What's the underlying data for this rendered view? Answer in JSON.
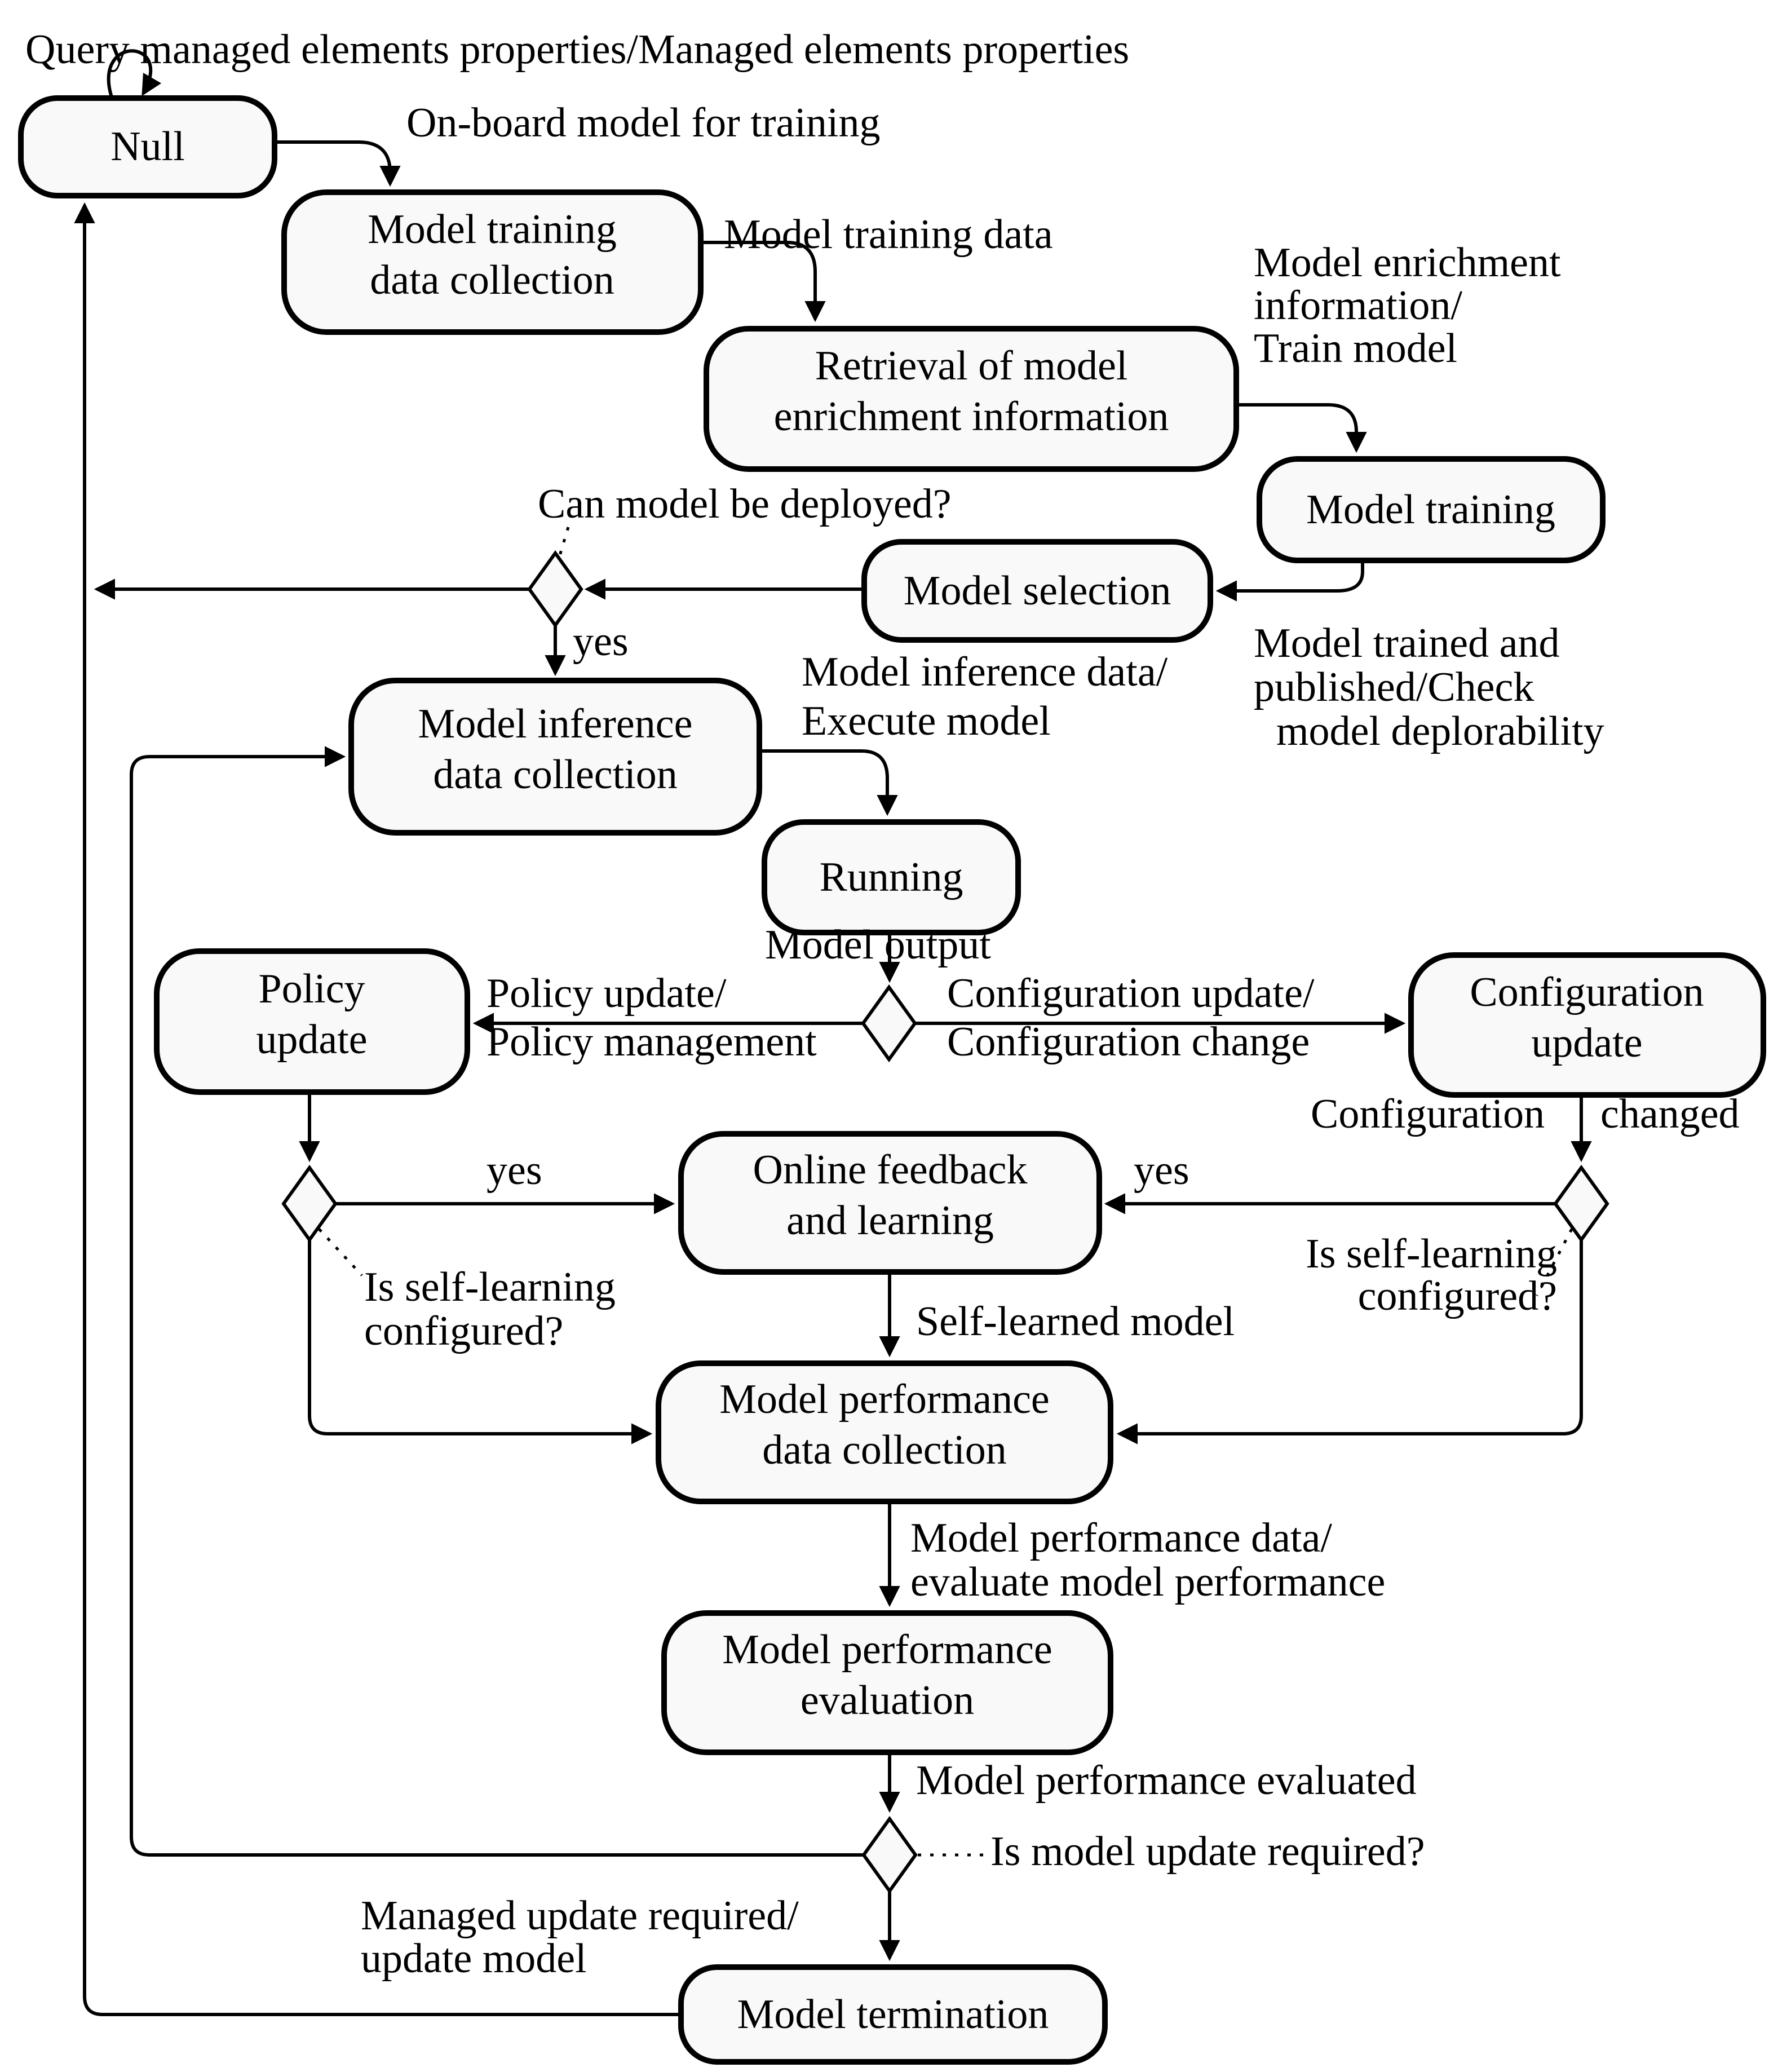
{
  "colors": {
    "ink": "#000000",
    "state_fill": "#f9f9f9",
    "background": "#ffffff"
  },
  "title": "Query managed elements properties/Managed elements properties",
  "states": {
    "null": {
      "label": "Null"
    },
    "model_training_data_collection": {
      "line1": "Model training",
      "line2": "data collection"
    },
    "retrieval_of_model_enrichment_information": {
      "line1": "Retrieval of model",
      "line2": "enrichment information"
    },
    "model_training": {
      "label": "Model training"
    },
    "model_selection": {
      "label": "Model selection"
    },
    "model_inference_data_collection": {
      "line1": "Model inference",
      "line2": "data collection"
    },
    "running": {
      "label": "Running"
    },
    "policy_update": {
      "line1": "Policy",
      "line2": "update"
    },
    "configuration_update": {
      "line1": "Configuration",
      "line2": "update"
    },
    "online_feedback_and_learning": {
      "line1": "Online feedback",
      "line2": "and learning"
    },
    "model_performance_data_collection": {
      "line1": "Model performance",
      "line2": "data collection"
    },
    "model_performance_evaluation": {
      "line1": "Model performance",
      "line2": "evaluation"
    },
    "model_termination": {
      "label": "Model termination"
    }
  },
  "transitions": {
    "onboard": "On-board model for training",
    "model_training_data": "Model training data",
    "model_enrichment": {
      "line1": "Model enrichment",
      "line2": "information/",
      "line3": "Train model"
    },
    "model_trained": {
      "line1": "Model trained and",
      "line2": "published/Check",
      "line3": "model deplorability"
    },
    "can_model_be_deployed": "Can model be deployed?",
    "yes_deploy": "yes",
    "model_inference": {
      "line1": "Model inference data/",
      "line2": "Execute model"
    },
    "model_output": "Model output",
    "policy": {
      "line1": "Policy update/",
      "line2": "Policy management"
    },
    "configuration": {
      "line1": "Configuration update/",
      "line2": "Configuration change"
    },
    "configuration_changed": {
      "word1": "Configuration",
      "word2": "changed"
    },
    "yes_left": "yes",
    "yes_right": "yes",
    "is_self_learning_left": {
      "line1": "Is self-learning",
      "line2": "configured?"
    },
    "is_self_learning_right": {
      "line1": "Is self-learning",
      "line2": "configured?"
    },
    "self_learned_model": "Self-learned model",
    "model_performance_data": {
      "line1": "Model performance data/",
      "line2": "evaluate model performance"
    },
    "model_performance_evaluated": "Model performance evaluated",
    "is_model_update_required": "Is model update required?",
    "managed_update_required": {
      "line1": "Managed update required/",
      "line2": "update model"
    }
  }
}
